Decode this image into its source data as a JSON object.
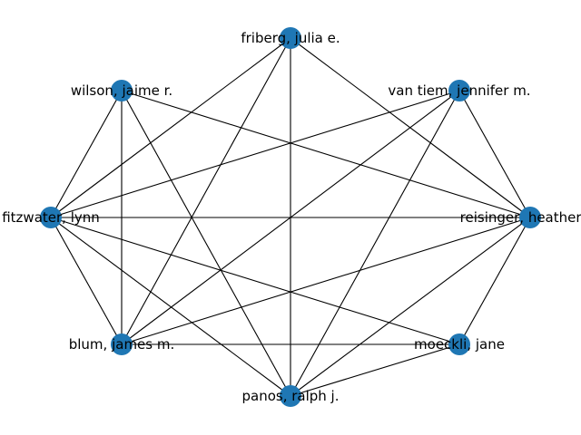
{
  "graph": {
    "node_color": "#1f77b4",
    "edge_color": "#000000",
    "label_color": "#000000",
    "nodes": [
      {
        "id": "friberg",
        "label": "friberg, julia e."
      },
      {
        "id": "van_tiem",
        "label": "van tiem, jennifer m."
      },
      {
        "id": "reisinger",
        "label": "reisinger, heather sc"
      },
      {
        "id": "moeckli",
        "label": "moeckli, jane"
      },
      {
        "id": "panos",
        "label": "panos, ralph j."
      },
      {
        "id": "blum",
        "label": "blum, james m."
      },
      {
        "id": "fitzwater",
        "label": "fitzwater, lynn"
      },
      {
        "id": "wilson",
        "label": "wilson, jaime r."
      }
    ],
    "edges": [
      [
        "friberg",
        "fitzwater"
      ],
      [
        "friberg",
        "blum"
      ],
      [
        "friberg",
        "panos"
      ],
      [
        "friberg",
        "reisinger"
      ],
      [
        "wilson",
        "fitzwater"
      ],
      [
        "wilson",
        "blum"
      ],
      [
        "wilson",
        "panos"
      ],
      [
        "wilson",
        "reisinger"
      ],
      [
        "van_tiem",
        "fitzwater"
      ],
      [
        "van_tiem",
        "blum"
      ],
      [
        "van_tiem",
        "panos"
      ],
      [
        "van_tiem",
        "reisinger"
      ],
      [
        "fitzwater",
        "reisinger"
      ],
      [
        "fitzwater",
        "blum"
      ],
      [
        "fitzwater",
        "panos"
      ],
      [
        "fitzwater",
        "moeckli"
      ],
      [
        "reisinger",
        "blum"
      ],
      [
        "reisinger",
        "panos"
      ],
      [
        "reisinger",
        "moeckli"
      ],
      [
        "blum",
        "moeckli"
      ],
      [
        "panos",
        "moeckli"
      ]
    ]
  }
}
